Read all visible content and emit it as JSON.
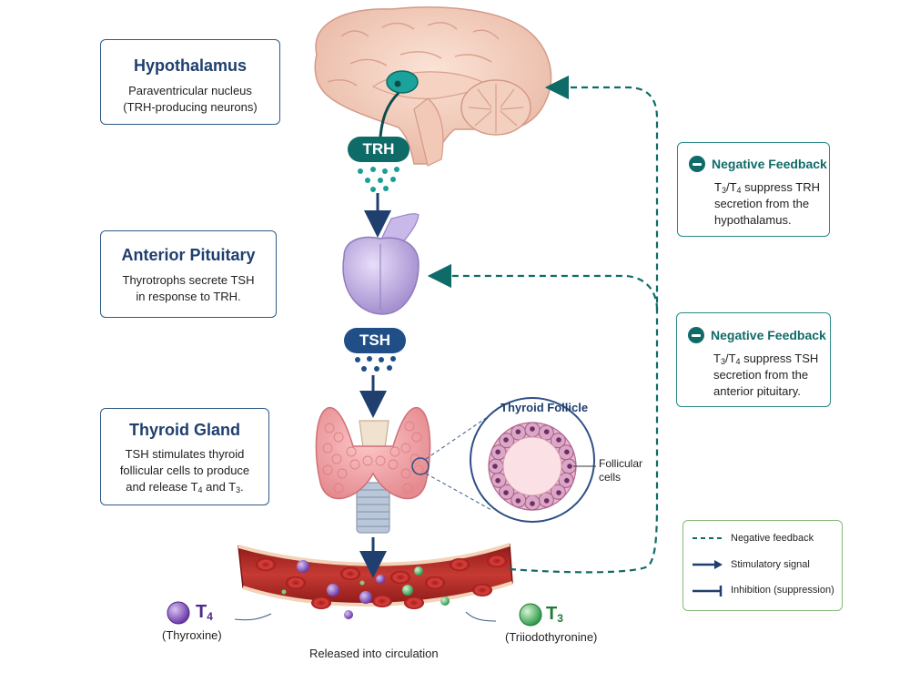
{
  "hypothalamus": {
    "title": "Hypothalamus",
    "line1": "Paraventricular nucleus",
    "line2": "(TRH-producing neurons)"
  },
  "pituitary": {
    "title": "Anterior Pituitary",
    "line1": "Thyrotrophs secrete TSH",
    "line2": "in response to TRH."
  },
  "thyroid": {
    "title": "Thyroid Gland",
    "line1": "TSH stimulates thyroid",
    "line2": "follicular cells to produce",
    "line3_pre": "and release T",
    "t4_sub": "4",
    "line3_mid": " and T",
    "t3_sub": "3",
    "line3_end": "."
  },
  "feedback1": {
    "title": "Negative Feedback",
    "t3": "T",
    "sub3": "3",
    "slash": "/T",
    "sub4": "4",
    "rest1": " suppress TRH",
    "line2": "secretion from the",
    "line3": "hypothalamus."
  },
  "feedback2": {
    "title": "Negative Feedback",
    "t3": "T",
    "sub3": "3",
    "slash": "/T",
    "sub4": "4",
    "rest1": " suppress TSH",
    "line2": "secretion from the",
    "line3": "anterior pituitary."
  },
  "pills": {
    "trh": "TRH",
    "tsh": "TSH"
  },
  "follicle": {
    "title": "Thyroid Follicle",
    "cells_line1": "Follicular",
    "cells_line2": "cells"
  },
  "hormones": {
    "t4_letter": "T",
    "t4_sub": "4",
    "t4_name": "(Thyroxine)",
    "t3_letter": "T",
    "t3_sub": "3",
    "t3_name": "(Triiodothyronine)"
  },
  "circulation": "Released into circulation",
  "legend": {
    "negative": "Negative feedback",
    "stimulatory": "Stimulatory signal",
    "inhibition": "Inhibition (suppression)"
  },
  "colors": {
    "navy": "#1f3f6e",
    "teal": "#0f6b67",
    "legend_border": "#86b97a"
  }
}
